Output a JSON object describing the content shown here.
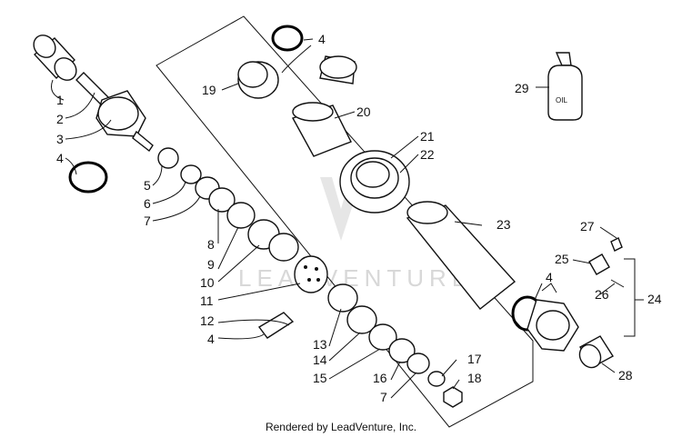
{
  "diagram": {
    "watermark": "LEADVENTURE",
    "credit": "Rendered by LeadVenture, Inc.",
    "oil_label": "OIL",
    "callouts": [
      "1",
      "2",
      "3",
      "4",
      "5",
      "6",
      "7",
      "8",
      "9",
      "10",
      "11",
      "12",
      "4",
      "13",
      "14",
      "15",
      "16",
      "7",
      "17",
      "18",
      "19",
      "4",
      "20",
      "21",
      "22",
      "23",
      "27",
      "25",
      "26",
      "24",
      "4",
      "28",
      "29"
    ]
  }
}
